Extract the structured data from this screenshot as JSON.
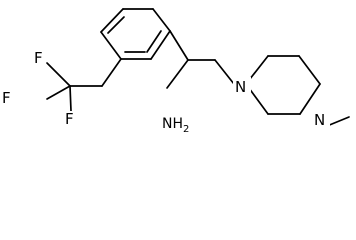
{
  "structure": {
    "labels": {
      "f_top": "F",
      "f_left": "F",
      "f_bottom": "F",
      "amine": "NH",
      "amine_subscript": "2",
      "n_piperazine_left": "N",
      "n_piperazine_right": "N"
    }
  }
}
